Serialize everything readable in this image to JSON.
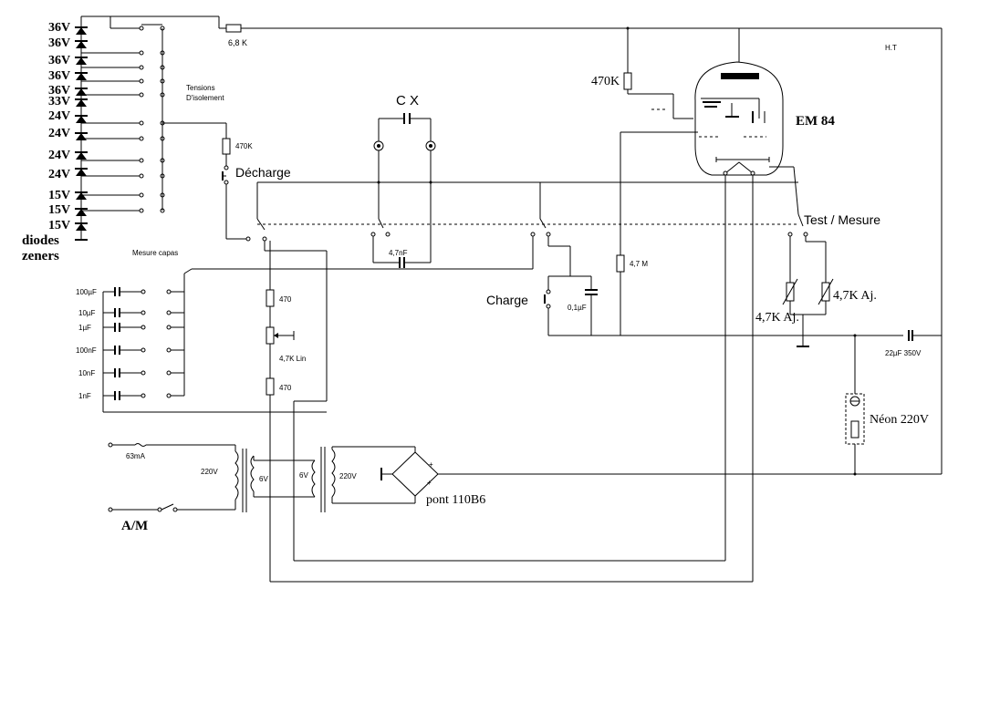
{
  "zener_voltages": [
    "36V",
    "36V",
    "36V",
    "36V",
    "36V",
    "33V",
    "24V",
    "24V",
    "24V",
    "24V",
    "15V",
    "15V",
    "15V"
  ],
  "labels": {
    "diodes_zeners_1": "diodes",
    "diodes_zeners_2": "zeners",
    "tensions_1": "Tensions",
    "tensions_2": "D'isolement",
    "r_6k8": "6,8 K",
    "ht": "H.T",
    "r_470k_left": "470K",
    "decharge": "Décharge",
    "cx": "C X",
    "r_470k_tube": "470K",
    "tube": "EM 84",
    "mesure_capas": "Mesure capas",
    "c_4n7": "4,7nF",
    "r_4m7": "4,7 M",
    "test_mesure": "Test / Mesure",
    "charge": "Charge",
    "c_0u1": "0,1µF",
    "r_470_top": "470",
    "pot_lin": "4,7K Lin",
    "r_470_bot": "470",
    "adj_1": "4,7K Aj.",
    "adj_2": "4,7K Aj.",
    "c_22u": "22µF 350V",
    "neon": "Néon 220V",
    "fuse": "63mA",
    "t1_pri": "220V",
    "t1_sec": "6V",
    "t2_sec": "6V",
    "t2_pri": "220V",
    "bridge": "pont 110B6",
    "am": "A/M"
  },
  "capacitor_values": [
    "100µF",
    "10µF",
    "1µF",
    "100nF",
    "10nF",
    "1nF"
  ]
}
